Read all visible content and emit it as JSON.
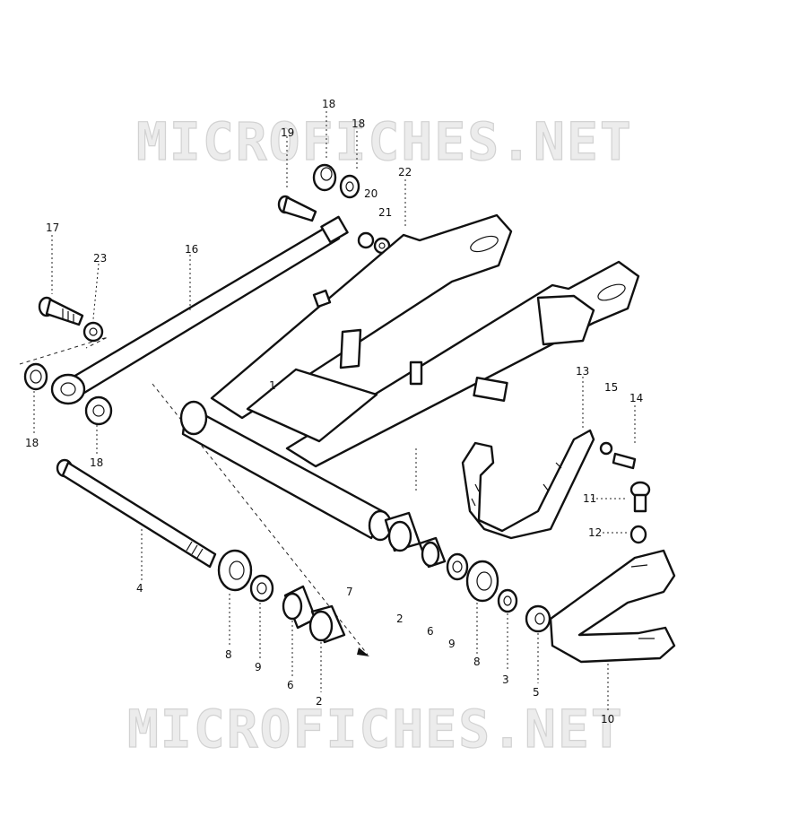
{
  "watermarks": [
    "MICROFICHES.NET",
    "MICROFICHES.NET"
  ],
  "callouts": [
    {
      "id": "c18a",
      "text": "18"
    },
    {
      "id": "c18b",
      "text": "18"
    },
    {
      "id": "c19",
      "text": "19"
    },
    {
      "id": "c22",
      "text": "22"
    },
    {
      "id": "c20",
      "text": "20"
    },
    {
      "id": "c21",
      "text": "21"
    },
    {
      "id": "c17",
      "text": "17"
    },
    {
      "id": "c16",
      "text": "16"
    },
    {
      "id": "c23",
      "text": "23"
    },
    {
      "id": "c18c",
      "text": "18"
    },
    {
      "id": "c18d",
      "text": "18"
    },
    {
      "id": "c1",
      "text": "1"
    },
    {
      "id": "c13",
      "text": "13"
    },
    {
      "id": "c15",
      "text": "15"
    },
    {
      "id": "c14",
      "text": "14"
    },
    {
      "id": "c11",
      "text": "11"
    },
    {
      "id": "c12",
      "text": "12"
    },
    {
      "id": "c4",
      "text": "4"
    },
    {
      "id": "c7",
      "text": "7"
    },
    {
      "id": "c2a",
      "text": "2"
    },
    {
      "id": "c6a",
      "text": "6"
    },
    {
      "id": "c9a",
      "text": "9"
    },
    {
      "id": "c8a",
      "text": "8"
    },
    {
      "id": "c3",
      "text": "3"
    },
    {
      "id": "c5",
      "text": "5"
    },
    {
      "id": "c8b",
      "text": "8"
    },
    {
      "id": "c9b",
      "text": "9"
    },
    {
      "id": "c6b",
      "text": "6"
    },
    {
      "id": "c2b",
      "text": "2"
    },
    {
      "id": "c10",
      "text": "10"
    }
  ]
}
